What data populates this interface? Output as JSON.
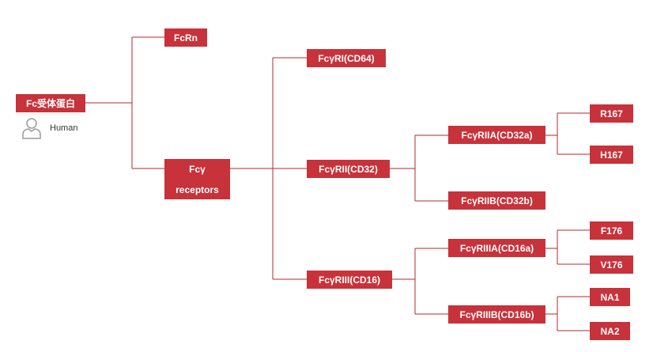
{
  "colors": {
    "node": "#c8323a",
    "line": "#b0282f"
  },
  "legend": {
    "icon": "person-icon",
    "label": "Human"
  },
  "nodes": {
    "root": "Fc受体蛋白",
    "fcrn": "FcRn",
    "fcy_line1": "Fcγ",
    "fcy_line2": "receptors",
    "fcgr1": "FcγRI(CD64)",
    "fcgr2": "FcγRII(CD32)",
    "fcgr3": "FcγRIII(CD16)",
    "fcgr2a": "FcγRIIA(CD32a)",
    "fcgr2b": "FcγRIIB(CD32b)",
    "fcgr3a": "FcγRIIIA(CD16a)",
    "fcgr3b": "FcγRIIIB(CD16b)",
    "r167": "R167",
    "h167": "H167",
    "f176": "F176",
    "v176": "V176",
    "na1": "NA1",
    "na2": "NA2"
  }
}
